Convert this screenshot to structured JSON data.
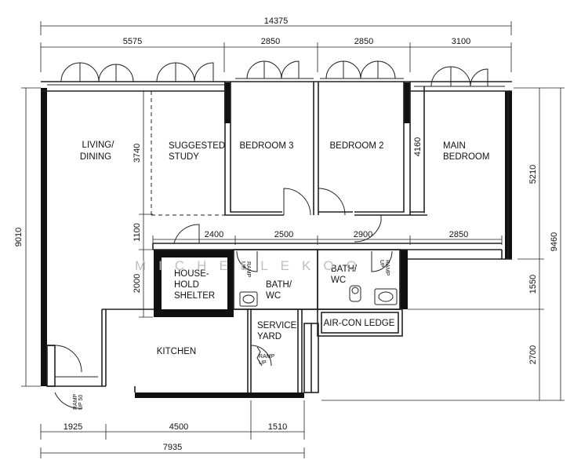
{
  "dimensions": {
    "overall_width": "14375",
    "top_living": "5575",
    "top_bed3": "2850",
    "top_bed2": "2850",
    "top_main": "3100",
    "left_total": "9010",
    "left_upper": "3740",
    "left_mid": "1100",
    "left_lower": "2000",
    "mid_1": "2400",
    "mid_2": "2500",
    "mid_3": "2900",
    "mid_4": "2850",
    "main_bed_depth": "4160",
    "right_upper": "5210",
    "right_total": "9460",
    "right_mid": "1550",
    "right_lower": "2700",
    "bottom_1": "1925",
    "bottom_2": "4500",
    "bottom_3": "1510",
    "bottom_total": "7935"
  },
  "rooms": {
    "living_l1": "LIVING/",
    "living_l2": "DINING",
    "study_l1": "SUGGESTED",
    "study_l2": "STUDY",
    "bedroom3": "BEDROOM 3",
    "bedroom2": "BEDROOM 2",
    "main_l1": "MAIN",
    "main_l2": "BEDROOM",
    "shelter_l1": "HOUSE-",
    "shelter_l2": "HOLD",
    "shelter_l3": "SHELTER",
    "bath1_l1": "BATH/",
    "bath1_l2": "WC",
    "bath2_l1": "BATH/",
    "bath2_l2": "WC",
    "kitchen": "KITCHEN",
    "yard_l1": "SERVICE",
    "yard_l2": "YARD",
    "aircon": "AIR-CON LEDGE"
  },
  "small_labels": {
    "ramp1_l1": "RAMP",
    "ramp1_l2": "UP",
    "ramp2_l1": "RAMP",
    "ramp2_l2": "UP",
    "ramp3_l1": "RAMP",
    "ramp3_l2": "UP",
    "ramp_entry_l1": "RAMP",
    "ramp_entry_l2": "UP 50"
  },
  "watermark": "MICHELLEKOO"
}
